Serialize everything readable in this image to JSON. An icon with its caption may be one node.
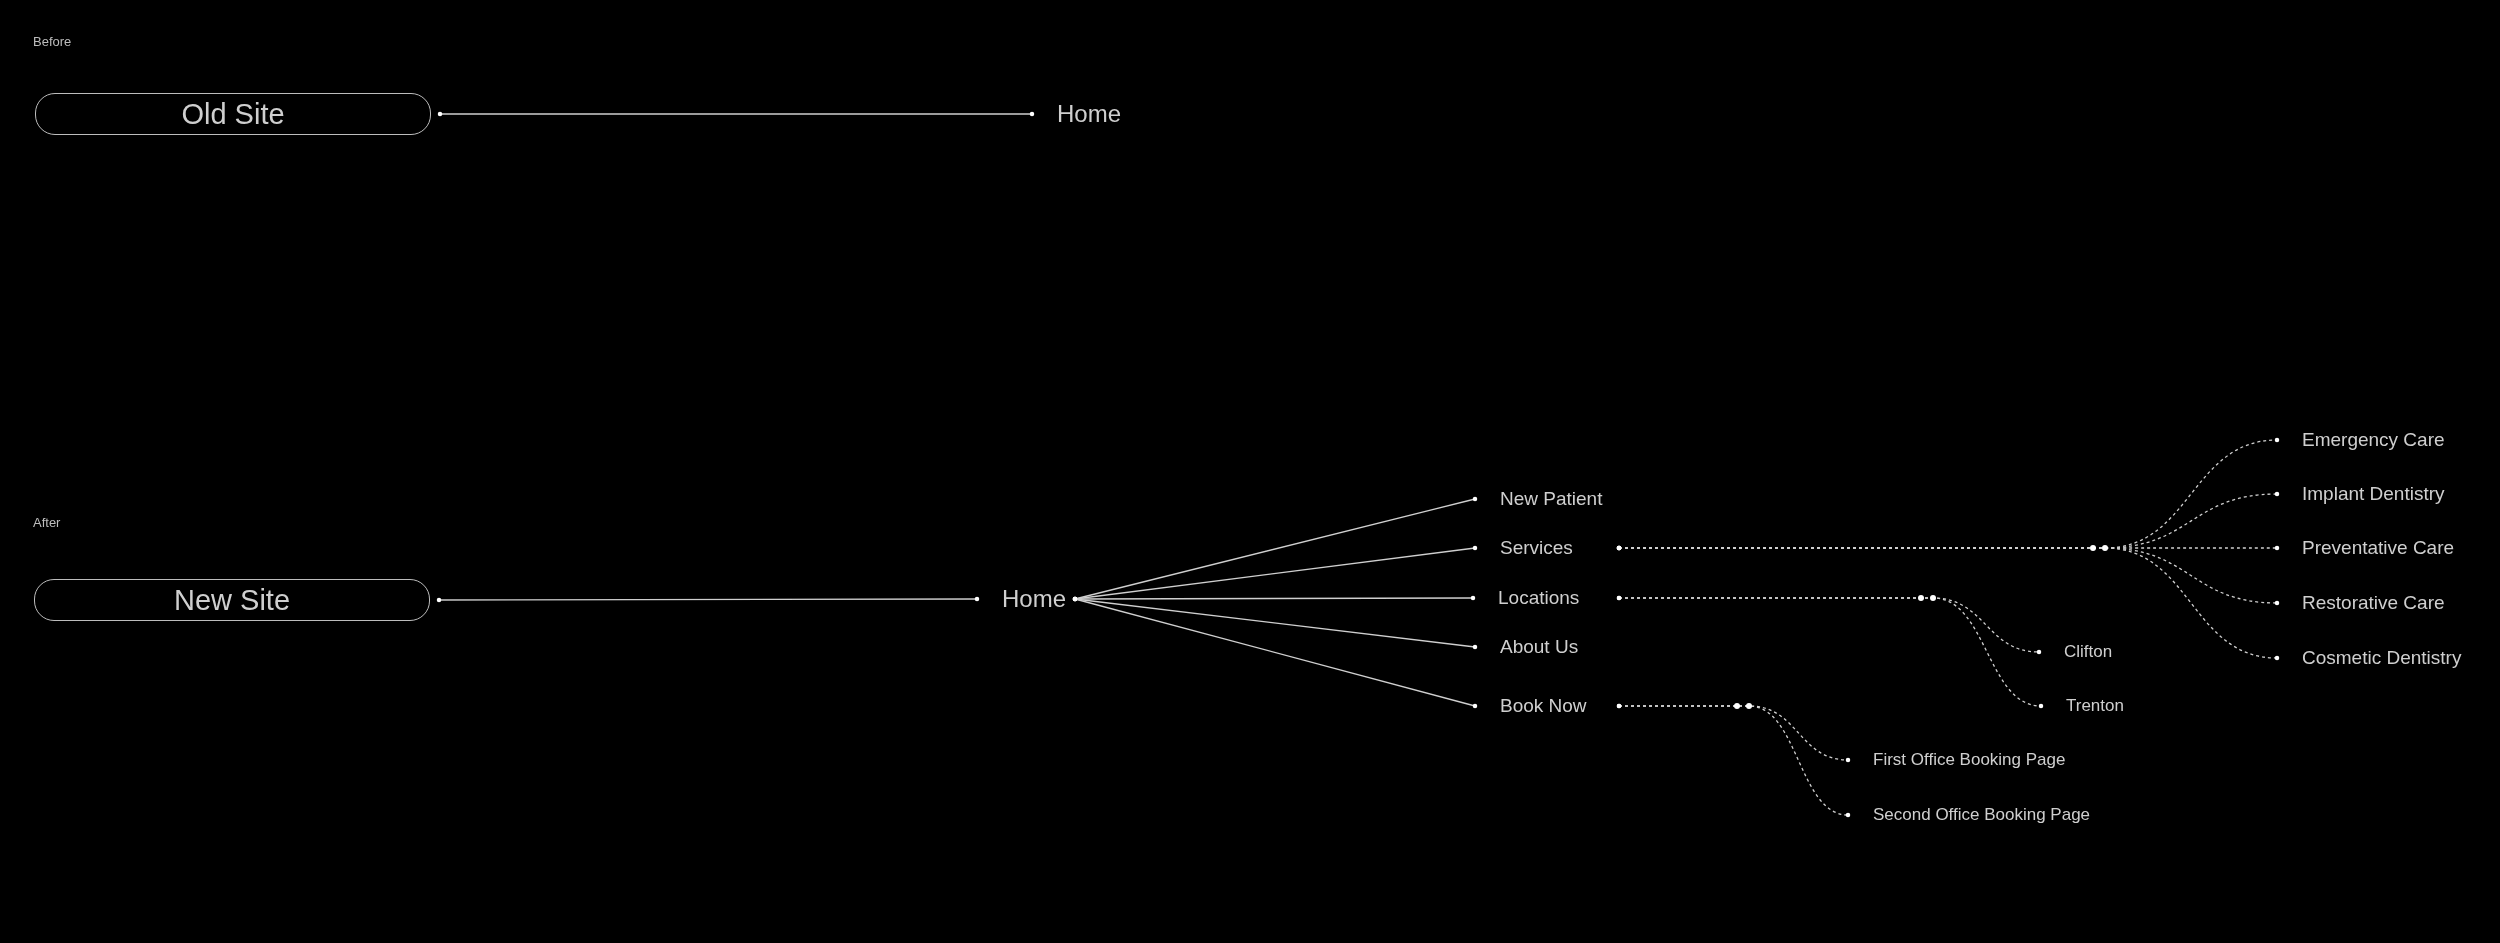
{
  "diagram": {
    "nodes": [
      {
        "text": [
          "Old Site"
        ]
      },
      {
        "text": [
          "Home"
        ]
      },
      {
        "text": [
          "New Site"
        ]
      },
      {
        "text": [
          "Home"
        ]
      },
      {
        "text": [
          "New Patient"
        ]
      },
      {
        "text": [
          "Services"
        ]
      },
      {
        "text": [
          "Locations"
        ]
      },
      {
        "text": [
          "About Us"
        ]
      },
      {
        "text": [
          "Book Now"
        ]
      },
      {
        "text": [
          "Emergency Care"
        ]
      },
      {
        "text": [
          "Implant Dentistry"
        ]
      },
      {
        "text": [
          "Preventative Care"
        ]
      },
      {
        "text": [
          "Restorative Care"
        ]
      },
      {
        "text": [
          "Cosmetic Dentistry"
        ]
      },
      {
        "text": [
          "Clifton"
        ]
      },
      {
        "text": [
          "Trenton"
        ]
      },
      {
        "text": [
          "First Office Booking Page"
        ]
      },
      {
        "text": [
          "Second Office Booking Page"
        ]
      }
    ],
    "edges": [
      {
        "from": 0,
        "to": 1,
        "arrow": "other"
      },
      {
        "from": 2,
        "to": 3,
        "arrow": "other"
      },
      {
        "from": 3,
        "to": 4,
        "arrow": "other"
      },
      {
        "from": 3,
        "to": 5,
        "arrow": "other"
      },
      {
        "from": 3,
        "to": 6,
        "arrow": "other"
      },
      {
        "from": 3,
        "to": 7,
        "arrow": "other"
      },
      {
        "from": 3,
        "to": 8,
        "arrow": "other"
      },
      {
        "from": 5,
        "to": 9,
        "arrow": "other",
        "style": "dashed"
      },
      {
        "from": 5,
        "to": 10,
        "arrow": "other",
        "style": "dashed"
      },
      {
        "from": 5,
        "to": 11,
        "arrow": "other",
        "style": "dashed"
      },
      {
        "from": 5,
        "to": 12,
        "arrow": "other",
        "style": "dashed"
      },
      {
        "from": 5,
        "to": 13,
        "arrow": "other",
        "style": "dashed"
      },
      {
        "from": 6,
        "to": 14,
        "arrow": "other",
        "style": "dashed"
      },
      {
        "from": 6,
        "to": 15,
        "arrow": "other",
        "style": "dashed"
      },
      {
        "from": 8,
        "to": 16,
        "arrow": "other",
        "style": "dashed"
      },
      {
        "from": 8,
        "to": 17,
        "arrow": "other",
        "style": "dashed"
      }
    ],
    "labels": [
      "Before",
      "After"
    ]
  }
}
